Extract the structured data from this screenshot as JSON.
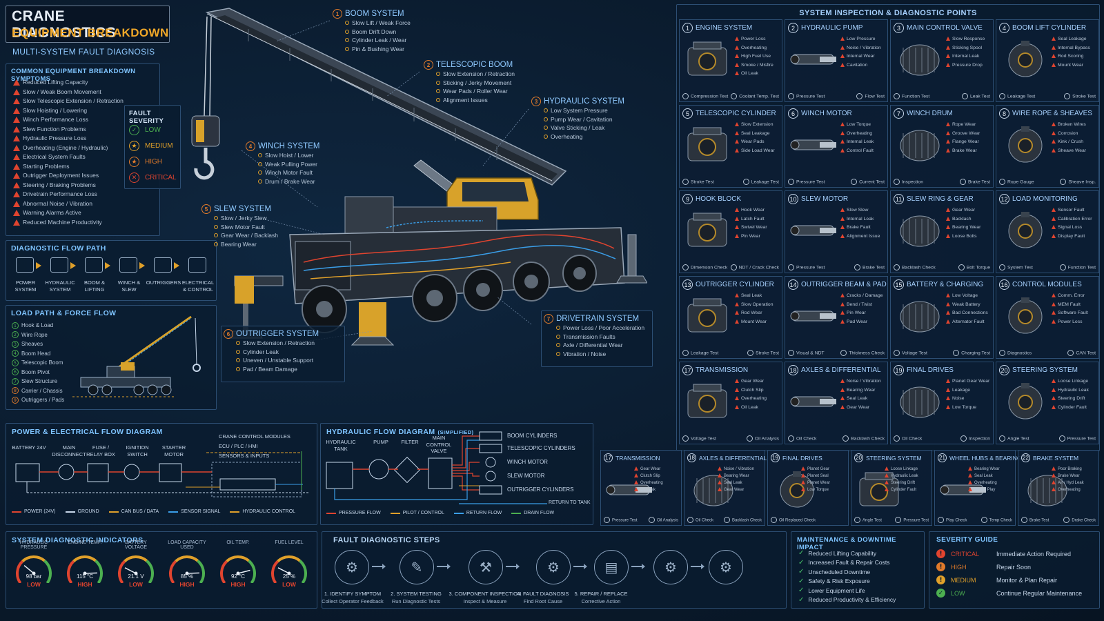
{
  "header": {
    "title": "CRANE DIAGNOSTICS",
    "subtitle": "EQUIPMENT BREAKDOWN",
    "tagline": "MULTI-SYSTEM FAULT DIAGNOSIS"
  },
  "symptoms": {
    "title": "COMMON EQUIPMENT BREAKDOWN SYMPTOMS",
    "items": [
      "Reduced Lifting Capacity",
      "Slow / Weak Boom Movement",
      "Slow Telescopic Extension / Retraction",
      "Slow Hoisting / Lowering",
      "Winch Performance Loss",
      "Slew Function Problems",
      "Hydraulic Pressure Loss",
      "Overheating (Engine / Hydraulic)",
      "Electrical System Faults",
      "Starting Problems",
      "Outrigger Deployment Issues",
      "Steering / Braking Problems",
      "Drivetrain Performance Loss",
      "Abnormal Noise / Vibration",
      "Warning Alarms Active",
      "Reduced Machine Productivity"
    ]
  },
  "fault_severity": {
    "title": "FAULT SEVERITY",
    "levels": [
      {
        "label": "LOW",
        "color": "#4caf50"
      },
      {
        "label": "MEDIUM",
        "color": "#e0a02a"
      },
      {
        "label": "HIGH",
        "color": "#e07a2a"
      },
      {
        "label": "CRITICAL",
        "color": "#e0442f"
      }
    ]
  },
  "diag_flow": {
    "title": "DIAGNOSTIC FLOW PATH",
    "steps": [
      "POWER SYSTEM",
      "HYDRAULIC SYSTEM",
      "BOOM & LIFTING",
      "WINCH & SLEW",
      "OUTRIGGERS",
      "ELECTRICAL & CONTROL"
    ]
  },
  "load_path": {
    "title": "LOAD PATH & FORCE FLOW",
    "items": [
      "Hook & Load",
      "Wire Rope",
      "Sheaves",
      "Boom Head",
      "Telescopic Boom",
      "Boom Pivot",
      "Slew Structure",
      "Carrier / Chassis",
      "Outriggers / Pads"
    ]
  },
  "callouts": [
    {
      "n": "1",
      "title": "BOOM SYSTEM",
      "items": [
        "Slow Lift / Weak Force",
        "Boom Drift Down",
        "Cylinder Leak / Wear",
        "Pin & Bushing Wear"
      ]
    },
    {
      "n": "2",
      "title": "TELESCOPIC BOOM",
      "items": [
        "Slow Extension / Retraction",
        "Sticking / Jerky Movement",
        "Wear Pads / Roller Wear",
        "Alignment Issues"
      ]
    },
    {
      "n": "3",
      "title": "HYDRAULIC SYSTEM",
      "items": [
        "Low System Pressure",
        "Pump Wear / Cavitation",
        "Valve Sticking / Leak",
        "Overheating"
      ]
    },
    {
      "n": "4",
      "title": "WINCH SYSTEM",
      "items": [
        "Slow Hoist / Lower",
        "Weak Pulling Power",
        "Winch Motor Fault",
        "Drum / Brake Wear"
      ]
    },
    {
      "n": "5",
      "title": "SLEW SYSTEM",
      "items": [
        "Slow / Jerky Slew",
        "Slew Motor Fault",
        "Gear Wear / Backlash",
        "Bearing Wear"
      ]
    },
    {
      "n": "6",
      "title": "OUTRIGGER SYSTEM",
      "items": [
        "Slow Extension / Retraction",
        "Cylinder Leak",
        "Uneven / Unstable Support",
        "Pad / Beam Damage"
      ]
    },
    {
      "n": "7",
      "title": "DRIVETRAIN SYSTEM",
      "items": [
        "Power Loss / Poor Acceleration",
        "Transmission Faults",
        "Axle / Differential Wear",
        "Vibration / Noise"
      ]
    }
  ],
  "inspection": {
    "title": "SYSTEM INSPECTION & DIAGNOSTIC POINTS",
    "cells": [
      {
        "n": "1",
        "title": "ENGINE SYSTEM",
        "sym": [
          "Power Loss",
          "Overheating",
          "High Fuel Use",
          "Smoke / Misfire",
          "Oil Leak"
        ],
        "tests": [
          "Compression Test",
          "Coolant Temp. Test"
        ]
      },
      {
        "n": "2",
        "title": "HYDRAULIC PUMP",
        "sym": [
          "Low Pressure",
          "Noise / Vibration",
          "Internal Wear",
          "Cavitation"
        ],
        "tests": [
          "Pressure Test",
          "Flow Test"
        ]
      },
      {
        "n": "3",
        "title": "MAIN CONTROL VALVE",
        "sym": [
          "Slow Response",
          "Sticking Spool",
          "Internal Leak",
          "Pressure Drop"
        ],
        "tests": [
          "Function Test",
          "Leak Test"
        ]
      },
      {
        "n": "4",
        "title": "BOOM LIFT CYLINDER",
        "sym": [
          "Seal Leakage",
          "Internal Bypass",
          "Rod Scoring",
          "Mount Wear"
        ],
        "tests": [
          "Leakage Test",
          "Stroke Test"
        ]
      },
      {
        "n": "5",
        "title": "TELESCOPIC CYLINDER",
        "sym": [
          "Slow Extension",
          "Seal Leakage",
          "Wear Pads",
          "Side Load Wear"
        ],
        "tests": [
          "Stroke Test",
          "Leakage Test"
        ]
      },
      {
        "n": "6",
        "title": "WINCH MOTOR",
        "sym": [
          "Low Torque",
          "Overheating",
          "Internal Leak",
          "Control Fault"
        ],
        "tests": [
          "Pressure Test",
          "Current Test"
        ]
      },
      {
        "n": "7",
        "title": "WINCH DRUM",
        "sym": [
          "Rope Wear",
          "Groove Wear",
          "Flange Wear",
          "Brake Wear"
        ],
        "tests": [
          "Inspection",
          "Brake Test"
        ]
      },
      {
        "n": "8",
        "title": "WIRE ROPE & SHEAVES",
        "sym": [
          "Broken Wires",
          "Corrosion",
          "Kink / Crush",
          "Sheave Wear"
        ],
        "tests": [
          "Rope Gauge",
          "Sheave Insp."
        ]
      },
      {
        "n": "9",
        "title": "HOOK BLOCK",
        "sym": [
          "Hook Wear",
          "Latch Fault",
          "Swivel Wear",
          "Pin Wear"
        ],
        "tests": [
          "Dimension Check",
          "NDT / Crack Check"
        ]
      },
      {
        "n": "10",
        "title": "SLEW MOTOR",
        "sym": [
          "Slow Slew",
          "Internal Leak",
          "Brake Fault",
          "Alignment Issue"
        ],
        "tests": [
          "Pressure Test",
          "Brake Test"
        ]
      },
      {
        "n": "11",
        "title": "SLEW RING & GEAR",
        "sym": [
          "Gear Wear",
          "Backlash",
          "Bearing Wear",
          "Loose Bolts"
        ],
        "tests": [
          "Backlash Check",
          "Bolt Torque"
        ]
      },
      {
        "n": "12",
        "title": "LOAD MONITORING",
        "sym": [
          "Sensor Fault",
          "Calibration Error",
          "Signal Loss",
          "Display Fault"
        ],
        "tests": [
          "System Test",
          "Function Test"
        ]
      },
      {
        "n": "13",
        "title": "OUTRIGGER CYLINDER",
        "sym": [
          "Seal Leak",
          "Slow Operation",
          "Rod Wear",
          "Mount Wear"
        ],
        "tests": [
          "Leakage Test",
          "Stroke Test"
        ]
      },
      {
        "n": "14",
        "title": "OUTRIGGER BEAM & PAD",
        "sym": [
          "Cracks / Damage",
          "Bend / Twist",
          "Pin Wear",
          "Pad Wear"
        ],
        "tests": [
          "Visual & NDT",
          "Thickness Check"
        ]
      },
      {
        "n": "15",
        "title": "BATTERY & CHARGING",
        "sym": [
          "Low Voltage",
          "Weak Battery",
          "Bad Connections",
          "Alternator Fault"
        ],
        "tests": [
          "Voltage Test",
          "Charging Test"
        ]
      },
      {
        "n": "16",
        "title": "CONTROL MODULES",
        "sym": [
          "Comm. Error",
          "MEM Fault",
          "Software Fault",
          "Power Loss"
        ],
        "tests": [
          "Diagnostics",
          "CAN Test"
        ]
      },
      {
        "n": "17",
        "title": "TRANSMISSION",
        "sym": [
          "Gear Wear",
          "Clutch Slip",
          "Overheating",
          "Oil Leak"
        ],
        "tests": [
          "Voltage Test",
          "Oil Analysis"
        ]
      },
      {
        "n": "18",
        "title": "AXLES & DIFFERENTIAL",
        "sym": [
          "Noise / Vibration",
          "Bearing Wear",
          "Seal Leak",
          "Gear Wear"
        ],
        "tests": [
          "Oil Check",
          "Backlash Check"
        ]
      },
      {
        "n": "19",
        "title": "FINAL DRIVES",
        "sym": [
          "Planet Gear Wear",
          "Leakage",
          "Noise",
          "Low Torque"
        ],
        "tests": [
          "Oil Check",
          "Inspection"
        ]
      },
      {
        "n": "20",
        "title": "STEERING SYSTEM",
        "sym": [
          "Loose Linkage",
          "Hydraulic Leak",
          "Steering Drift",
          "Cylinder Fault"
        ],
        "tests": [
          "Angle Test",
          "Pressure Test"
        ]
      }
    ]
  },
  "lower_row": [
    {
      "n": "17",
      "title": "TRANSMISSION",
      "sym": [
        "Gear Wear",
        "Clutch Slip",
        "Overheating",
        "Oil Leak"
      ],
      "tests": [
        "Pressure Test",
        "Oil Analysis"
      ]
    },
    {
      "n": "18",
      "title": "AXLES & DIFFERENTIAL",
      "sym": [
        "Noise / Vibration",
        "Bearing Wear",
        "Seal Leak",
        "Gear Wear"
      ],
      "tests": [
        "Oil Check",
        "Backlash Check"
      ]
    },
    {
      "n": "19",
      "title": "FINAL DRIVES",
      "sym": [
        "Planet Gear",
        "Planet Seal",
        "Planet Wear",
        "Low Torque"
      ],
      "tests": [
        "Oil Replaced Check"
      ]
    },
    {
      "n": "20",
      "title": "STEERING SYSTEM",
      "sym": [
        "Loose Linkage",
        "Hydraulic Leak",
        "Steering Drift",
        "Cylinder Fault"
      ],
      "tests": [
        "Angle Test",
        "Pressure Test"
      ]
    },
    {
      "n": "21",
      "title": "WHEEL HUBS & BEARINGS",
      "sym": [
        "Bearing Wear",
        "Seal Leak",
        "Overheating",
        "Wheel Play"
      ],
      "tests": [
        "Play Check",
        "Temp Check"
      ]
    },
    {
      "n": "22",
      "title": "BRAKE SYSTEM",
      "sym": [
        "Poor Braking",
        "Brake Wear",
        "Air / Hyd Leak",
        "Overheating"
      ],
      "tests": [
        "Brake Test",
        "Drake Check"
      ]
    }
  ],
  "power_flow": {
    "title": "POWER & ELECTRICAL FLOW DIAGRAM",
    "nodes": [
      "BATTERY 24V",
      "MAIN DISCONNECT",
      "FUSE / RELAY BOX",
      "IGNITION SWITCH",
      "STARTER MOTOR"
    ],
    "modules": [
      "CRANE CONTROL MODULES",
      "ECU / PLC / HMI",
      "SENSORS & INPUTS"
    ],
    "legend": [
      {
        "label": "POWER (24V)",
        "color": "#e0442f"
      },
      {
        "label": "GROUND",
        "color": "#c7d7ea"
      },
      {
        "label": "CAN BUS / DATA",
        "color": "#e0a02a"
      },
      {
        "label": "SENSOR SIGNAL",
        "color": "#3a9ee8"
      },
      {
        "label": "HYDRAULIC CONTROL",
        "color": "#e0a02a"
      }
    ]
  },
  "hyd_flow": {
    "title": "HYDRAULIC FLOW DIAGRAM",
    "title_note": "(SIMPLIFIED)",
    "nodes": [
      "HYDRAULIC TANK",
      "PUMP",
      "FILTER",
      "MAIN CONTROL VALVE"
    ],
    "outputs": [
      "BOOM CYLINDERS",
      "TELESCOPIC CYLINDERS",
      "WINCH MOTOR",
      "SLEW MOTOR",
      "OUTRIGGER CYLINDERS"
    ],
    "return": "RETURN TO TANK",
    "legend": [
      {
        "label": "PRESSURE FLOW",
        "color": "#e0442f"
      },
      {
        "label": "PILOT / CONTROL",
        "color": "#e0a02a"
      },
      {
        "label": "RETURN FLOW",
        "color": "#3a9ee8"
      },
      {
        "label": "DRAIN FLOW",
        "color": "#4caf50"
      }
    ]
  },
  "indicators": {
    "title": "SYSTEM DIAGNOSTIC INDICATORS",
    "gauges": [
      {
        "label": "HYDRAULIC PRESSURE",
        "value": "98 bar",
        "status": "LOW",
        "level": 0.3
      },
      {
        "label": "ENGINE TEMP.",
        "value": "115 °C",
        "status": "HIGH",
        "level": 0.85
      },
      {
        "label": "BATTERY VOLTAGE",
        "value": "21.1 V",
        "status": "LOW",
        "level": 0.25
      },
      {
        "label": "LOAD CAPACITY USED",
        "value": "85 %",
        "status": "HIGH",
        "level": 0.85
      },
      {
        "label": "OIL TEMP.",
        "value": "92 °C",
        "status": "HIGH",
        "level": 0.8
      },
      {
        "label": "FUEL LEVEL",
        "value": "25 %",
        "status": "LOW",
        "level": 0.25
      }
    ]
  },
  "steps": {
    "title": "FAULT DIAGNOSTIC STEPS",
    "items": [
      {
        "n": "1. IDENTIFY SYMPTOM",
        "d": "Collect Operator Feedback"
      },
      {
        "n": "2. SYSTEM TESTING",
        "d": "Run Diagnostic Tests"
      },
      {
        "n": "3. COMPONENT INSPECTION",
        "d": "Inspect & Measure"
      },
      {
        "n": "4. FAULT DIAGNOSIS",
        "d": "Find Root Cause"
      },
      {
        "n": "5. REPAIR / REPLACE",
        "d": "Corrective Action"
      }
    ]
  },
  "maintenance": {
    "title": "MAINTENANCE & DOWNTIME IMPACT",
    "items": [
      "Reduced Lifting Capability",
      "Increased Fault & Repair Costs",
      "Unscheduled Downtime",
      "Safety & Risk Exposure",
      "Lower Equipment Life",
      "Reduced Productivity & Efficiency"
    ]
  },
  "severity_guide": {
    "title": "SEVERITY GUIDE",
    "rows": [
      {
        "level": "CRITICAL",
        "desc": "Immediate Action Required",
        "color": "#e0442f"
      },
      {
        "level": "HIGH",
        "desc": "Repair Soon",
        "color": "#e07a2a"
      },
      {
        "level": "MEDIUM",
        "desc": "Monitor & Plan Repair",
        "color": "#e0a02a"
      },
      {
        "level": "LOW",
        "desc": "Continue Regular Maintenance",
        "color": "#4caf50"
      }
    ]
  }
}
